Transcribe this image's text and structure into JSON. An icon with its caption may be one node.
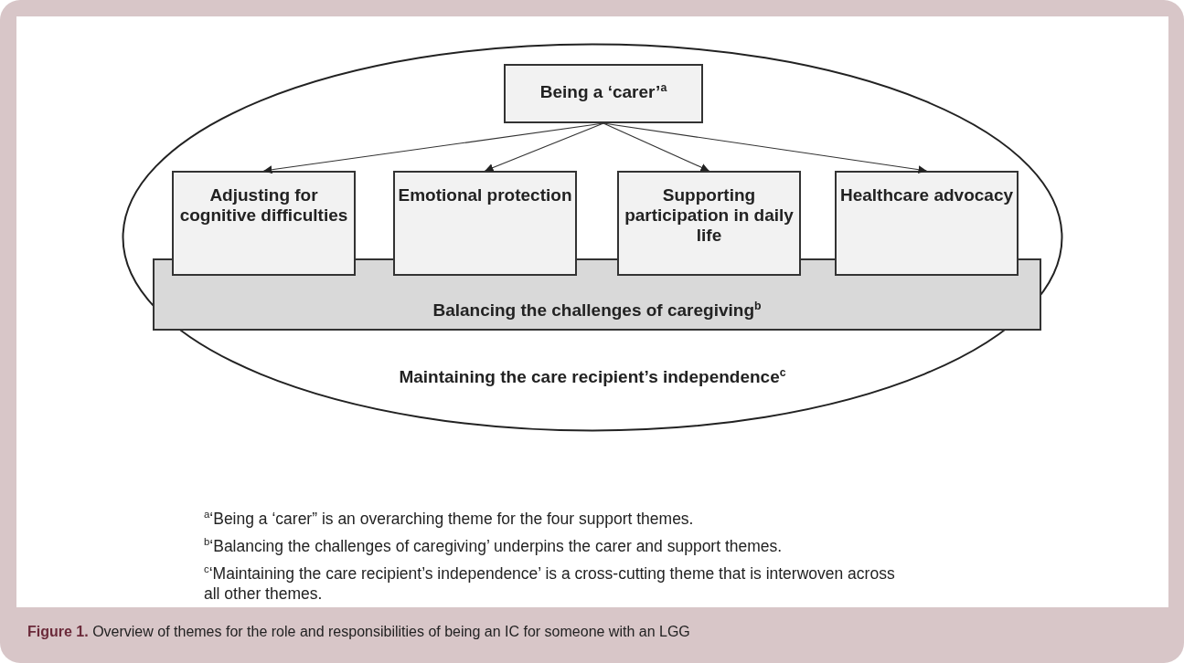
{
  "diagram": {
    "caption": "**Figure 1.** Overview of themes for the role and responsibilities of being an IC for someone with an LGG",
    "nodes": [
      {
        "text": [
          "Maintaining the care recipient’s independence$^{c}$"
        ]
      },
      {
        "text": [
          "Being a ‘carer’$^{a}$"
        ],
        "in": 0
      },
      {
        "text": [
          "Adjusting for cognitive difficulties"
        ],
        "in": 0
      },
      {
        "text": [
          "Emotional protection"
        ],
        "in": 0
      },
      {
        "text": [
          "Supporting participation in daily life"
        ],
        "in": 0
      },
      {
        "text": [
          "Healthcare advocacy"
        ],
        "in": 0
      },
      {
        "text": [
          "Balancing the challenges of caregiving$^{b}$"
        ],
        "in": 0
      }
    ],
    "edges": [
      {
        "from": 1,
        "to": 2,
        "arrow": "to"
      },
      {
        "from": 1,
        "to": 3,
        "arrow": "to"
      },
      {
        "from": 1,
        "to": 4,
        "arrow": "to"
      },
      {
        "from": 1,
        "to": 5,
        "arrow": "to"
      }
    ],
    "labels": [
      "$^{a}$‘Being a ‘carer” is an overarching theme for the four support themes.",
      "$^{b}$‘Balancing the challenges of caregiving’ underpins the carer and support themes.",
      "$^{c}$‘Maintaining the care recipient’s independence’ is a cross-cutting theme that is interwoven across all other themes."
    ]
  }
}
